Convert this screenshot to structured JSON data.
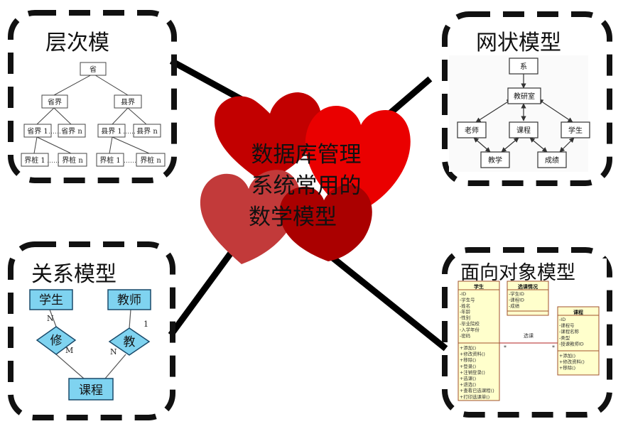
{
  "center": {
    "lines": [
      "数据库管理",
      "系统常用的",
      "数学模型"
    ]
  },
  "hierarchical": {
    "title": "层次模",
    "root": "省",
    "level2": [
      "省界",
      "县界"
    ],
    "level3": [
      "省界 1",
      "省界 n",
      "县界 1",
      "县界 n"
    ],
    "level4": [
      "界桩 1",
      "界桩 n",
      "界桩 1",
      "界桩 n"
    ],
    "dots": "……"
  },
  "network": {
    "title": "网状模型",
    "nodes": {
      "dept": "系",
      "office": "教研室",
      "teacher": "老师",
      "course": "课程",
      "student": "学生",
      "teaching": "教学",
      "grade": "成绩"
    }
  },
  "relational": {
    "title": "关系模型",
    "entities": [
      "学生",
      "教师",
      "课程"
    ],
    "relations": [
      "修",
      "教"
    ],
    "cardinalities": {
      "student_rel": "N",
      "rel_course_left": "M",
      "teacher_rel": "1",
      "rel_course_right": "N"
    }
  },
  "object": {
    "title": "面向对象模型",
    "class_student": {
      "name": "学生",
      "attributes": [
        "-ID",
        "-学生号",
        "-姓名",
        "-年龄",
        "-性别",
        "-毕业院校",
        "-入学年份",
        "-密码"
      ],
      "methods": [
        "+添加()",
        "+修改资料()",
        "+移除()",
        "+登录()",
        "+注销登录()",
        "+选课()",
        "+退选()",
        "+查看已选课程()",
        "+打印选课单()"
      ]
    },
    "class_selection": {
      "name": "选课情况",
      "attributes": [
        "-学生ID",
        "-课程ID",
        "-成绩"
      ]
    },
    "class_course": {
      "name": "课程",
      "attributes": [
        "-ID",
        "-课程号",
        "-课程名称",
        "-类型",
        "-授课教师ID"
      ],
      "methods": [
        "+添加()",
        "+修改资料()",
        "+移除()"
      ]
    },
    "association_label": "选课",
    "multiplicity": [
      "*",
      "*"
    ]
  },
  "colors": {
    "frame": "#111111",
    "entity_fill": "#7fd3f0",
    "uml_fill": "#ffffcc",
    "uml_border": "#a0522d",
    "assoc_line": "#b22222",
    "blob_dark": "#c00000",
    "blob_bright": "#e80000",
    "blob_mid": "#c0392b",
    "blob_deep": "#a80000"
  }
}
